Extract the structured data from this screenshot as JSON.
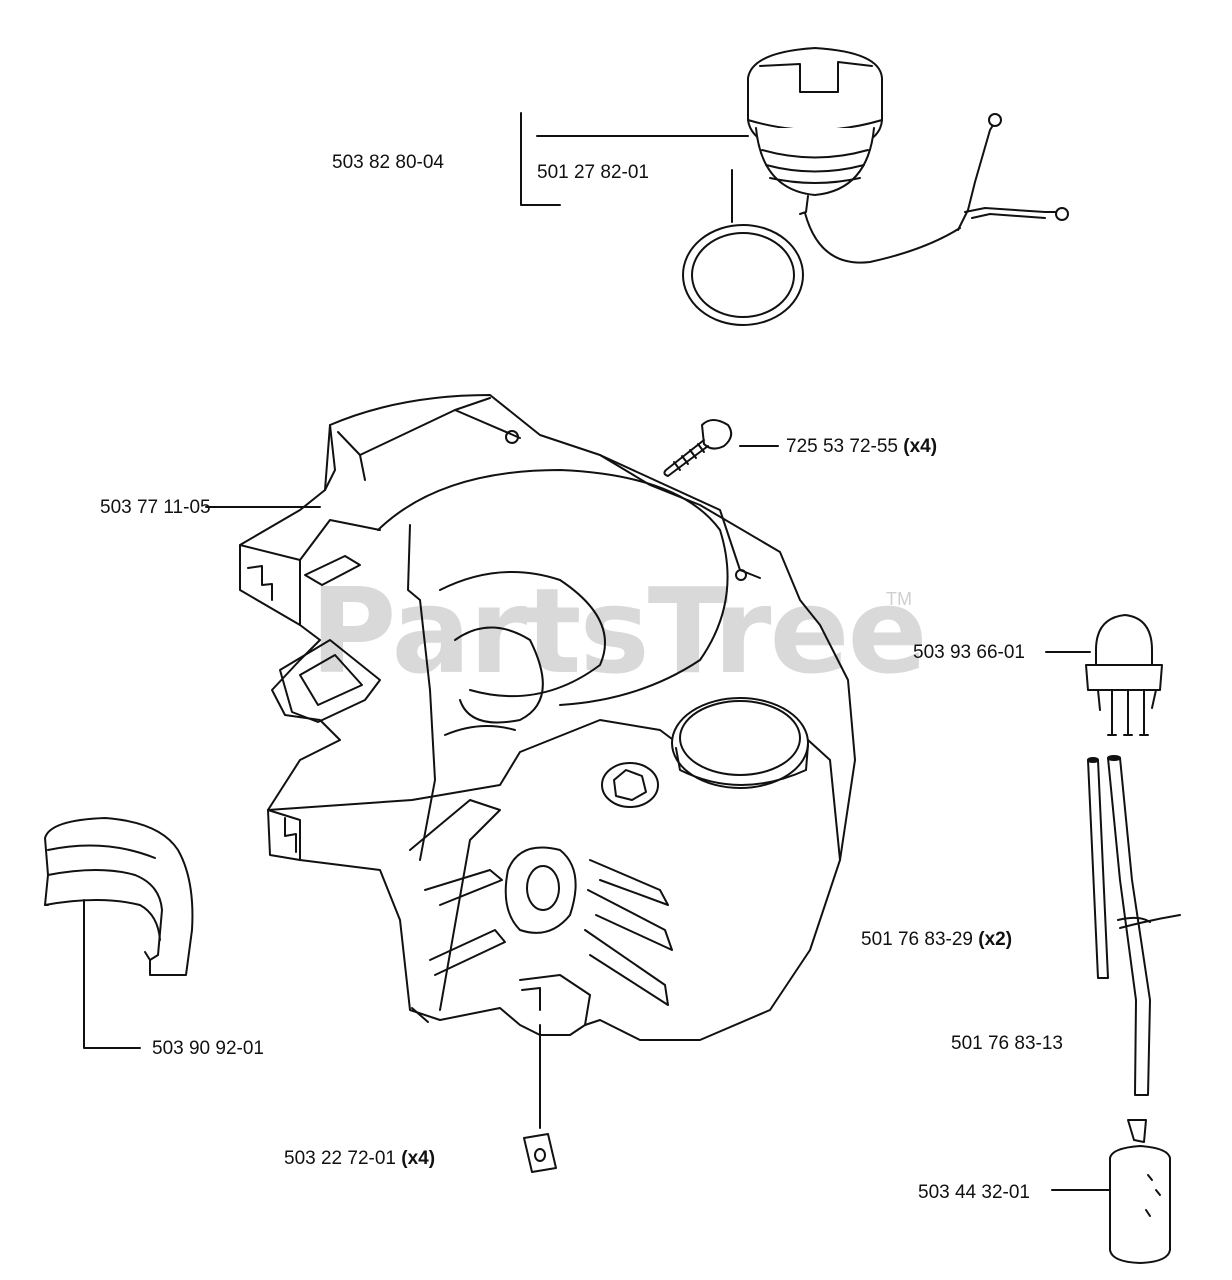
{
  "watermark": {
    "text": "PartsTree",
    "mark": "TM"
  },
  "labels": [
    {
      "id": "fuel-cap",
      "part": "503 82 80-04",
      "qty": ""
    },
    {
      "id": "fuel-cap-seal",
      "part": "501 27 82-01",
      "qty": ""
    },
    {
      "id": "screw",
      "part": "725 53 72-55",
      "qty": "(x4)"
    },
    {
      "id": "fuel-tank",
      "part": "503 77 11-05",
      "qty": ""
    },
    {
      "id": "primer-bulb",
      "part": "503 93 66-01",
      "qty": ""
    },
    {
      "id": "fuel-hose-short",
      "part": "501 76 83-29",
      "qty": "(x2)"
    },
    {
      "id": "fuel-hose-long",
      "part": "501 76 83-13",
      "qty": ""
    },
    {
      "id": "damper",
      "part": "503 90 92-01",
      "qty": ""
    },
    {
      "id": "nut",
      "part": "503 22 72-01",
      "qty": "(x4)"
    },
    {
      "id": "fuel-filter",
      "part": "503 44 32-01",
      "qty": ""
    }
  ]
}
